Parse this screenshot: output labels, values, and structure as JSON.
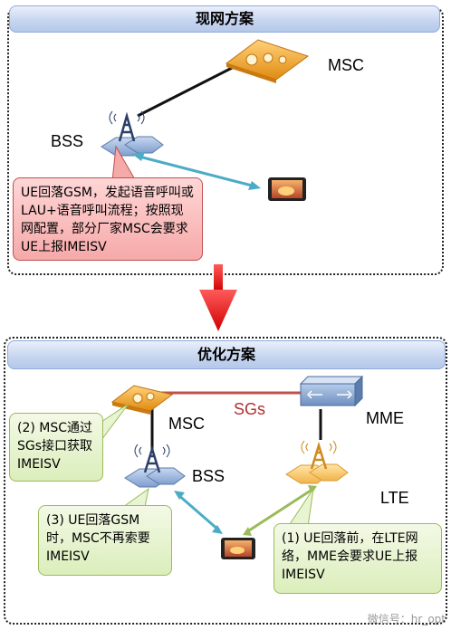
{
  "top_panel": {
    "title": "现网方案",
    "msc_label": "MSC",
    "bss_label": "BSS",
    "callout": "UE回落GSM，发起语音呼叫或LAU+语音呼叫流程；按照现网配置，部分厂家MSC会要求UE上报IMEISV"
  },
  "bottom_panel": {
    "title": "优化方案",
    "msc_label": "MSC",
    "sgs_label": "SGs",
    "mme_label": "MME",
    "bss_label": "BSS",
    "lte_label": "LTE",
    "callout_2": "(2) MSC通过SGs接口获取IMEISV",
    "callout_3": "(3) UE回落GSM时，MSC不再索要IMEISV",
    "callout_1": "(1) UE回落前，在LTE网络，MME会要求UE上报IMEISV"
  },
  "watermark": "微信号：hr_opt",
  "colors": {
    "arrow_red": "#e02020",
    "link_black": "#111111",
    "link_blue": "#4bacc6",
    "link_green": "#9bbb59",
    "sgs_line": "#c0504d",
    "msc_orange": "#f5a623",
    "bss_blue": "#7f9fcf",
    "lte_yellow": "#f7c86b"
  }
}
